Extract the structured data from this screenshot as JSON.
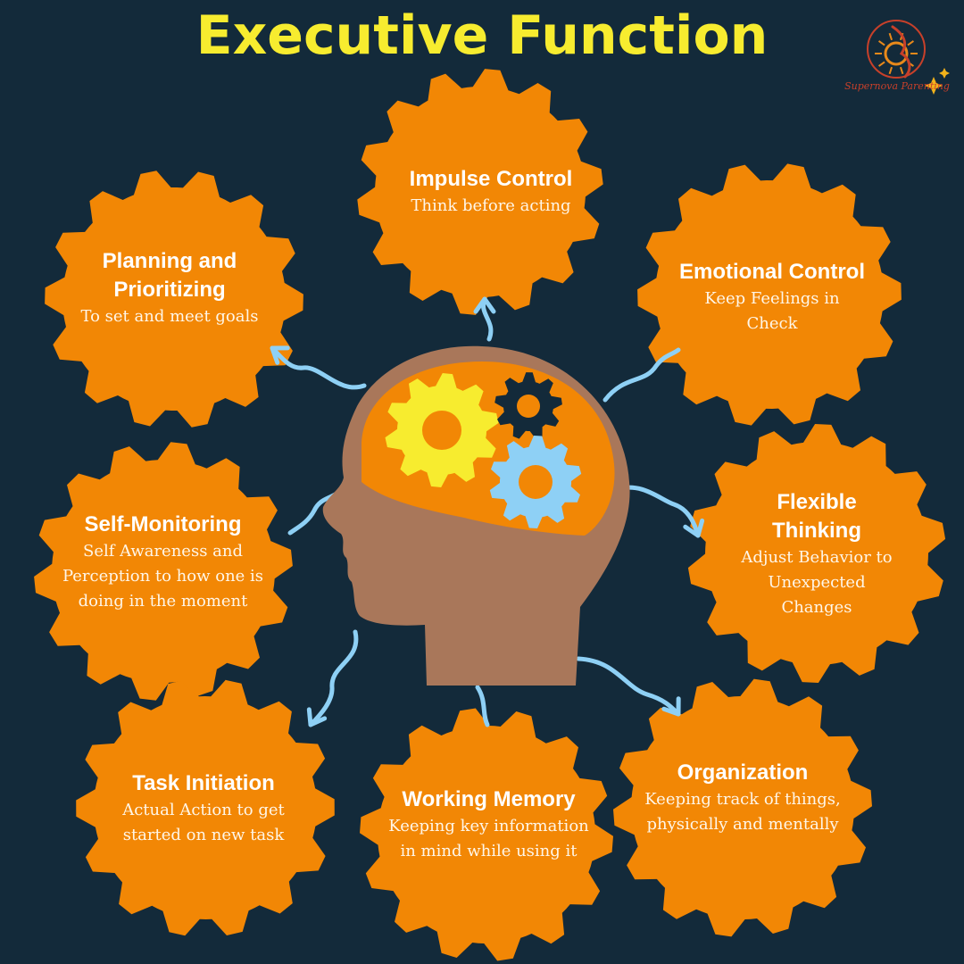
{
  "title": "Executive Function",
  "logo": {
    "text": "Supernova Parenting",
    "icon": "sun-dancer-logo"
  },
  "colors": {
    "background": "#132a3a",
    "gear": "#f28705",
    "title": "#f7ec2f",
    "arrow": "#8ed0f5",
    "head": "#a9775a",
    "brain": "#f28705",
    "gear_yellow": "#f7ec2f",
    "gear_dark": "#132a3a",
    "gear_blue": "#8ed0f5"
  },
  "functions": [
    {
      "id": "impulse",
      "title": "Impulse Control",
      "desc": "Think before acting"
    },
    {
      "id": "emotional",
      "title": "Emotional Control",
      "desc": "Keep Feelings in Check"
    },
    {
      "id": "flexible",
      "title": "Flexible Thinking",
      "desc": "Adjust Behavior to Unexpected Changes"
    },
    {
      "id": "organization",
      "title": "Organization",
      "desc": "Keeping track of things, physically and mentally"
    },
    {
      "id": "working-memory",
      "title": "Working Memory",
      "desc": "Keeping key information in mind while using it"
    },
    {
      "id": "task-initiation",
      "title": "Task Initiation",
      "desc": "Actual Action to get started on new task"
    },
    {
      "id": "self-monitoring",
      "title": "Self-Monitoring",
      "desc": "Self Awareness and Perception to how one is doing in the moment"
    },
    {
      "id": "planning",
      "title": "Planning and Prioritizing",
      "desc": "To set and meet goals"
    }
  ]
}
